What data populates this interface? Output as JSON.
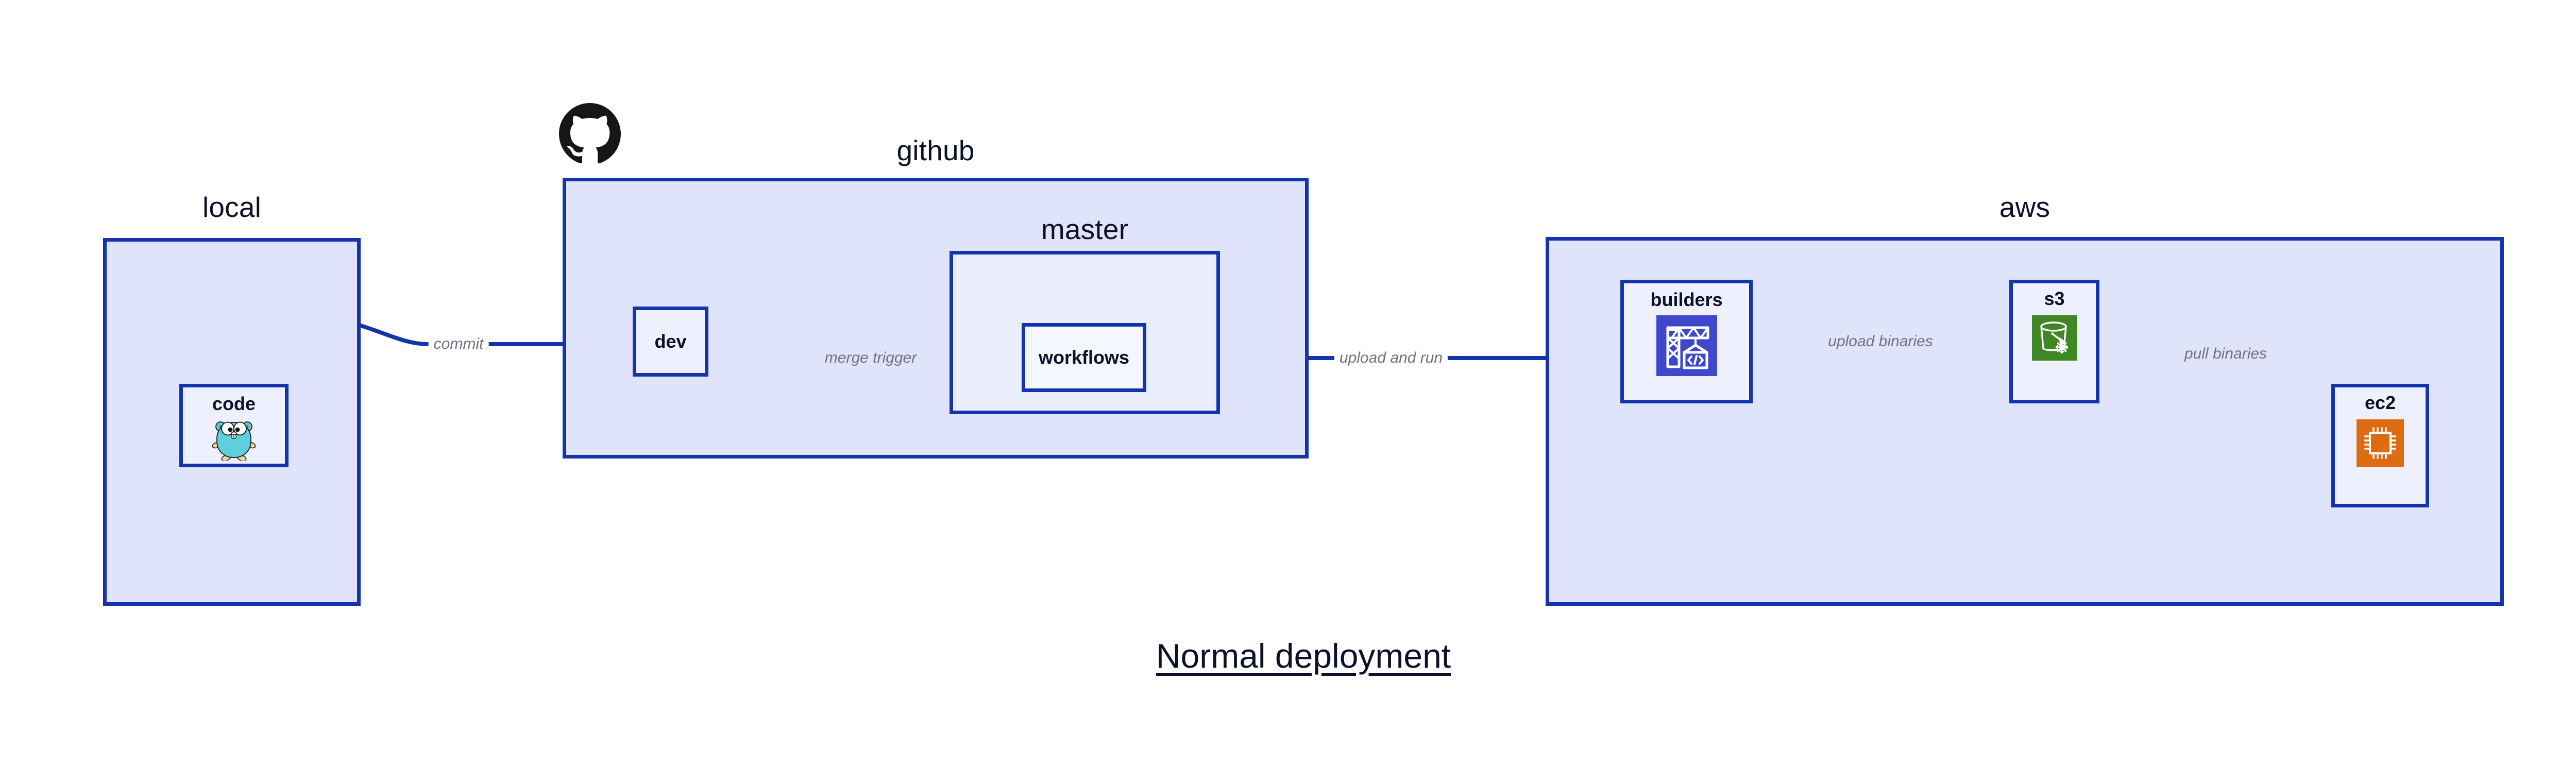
{
  "diagram": {
    "caption": "Normal deployment",
    "colors": {
      "group_fill": "#dfe4fa",
      "subgroup_fill": "#eaeefc",
      "node_fill": "#eef1fd",
      "border": "#1434ae",
      "edge_line": "#1434ae",
      "edge_label_text": "#6f7380",
      "label_text": "#0d1028",
      "codebuild_icon": "#3f48cc",
      "s3_icon": "#3f8624",
      "ec2_icon": "#dd6b10",
      "gopher_body": "#5fd0db",
      "octocat": "#161614"
    },
    "groups": [
      {
        "id": "local",
        "label": "local"
      },
      {
        "id": "github",
        "label": "github"
      },
      {
        "id": "master",
        "label": "master"
      },
      {
        "id": "aws",
        "label": "aws"
      }
    ],
    "nodes": [
      {
        "id": "code",
        "label": "code",
        "icon": "go-gopher-icon",
        "group": "local"
      },
      {
        "id": "dev",
        "label": "dev",
        "icon": null,
        "group": "github"
      },
      {
        "id": "workflows",
        "label": "workflows",
        "icon": null,
        "group": "master"
      },
      {
        "id": "builders",
        "label": "builders",
        "icon": "aws-codebuild-icon",
        "group": "aws"
      },
      {
        "id": "s3",
        "label": "s3",
        "icon": "aws-s3-icon",
        "group": "aws"
      },
      {
        "id": "ec2",
        "label": "ec2",
        "icon": "aws-ec2-icon",
        "group": "aws"
      }
    ],
    "edges": [
      {
        "id": "commit",
        "from": "code",
        "to": "dev",
        "label": "commit"
      },
      {
        "id": "merge-trigger",
        "from": "dev",
        "to": "workflows",
        "label": "merge trigger"
      },
      {
        "id": "upload-and-run",
        "from": "workflows",
        "to": "builders",
        "label": "upload and run"
      },
      {
        "id": "upload-binaries",
        "from": "builders",
        "to": "s3",
        "label": "upload binaries"
      },
      {
        "id": "pull-binaries",
        "from": "s3",
        "to": "ec2",
        "label": "pull binaries"
      }
    ],
    "brand": {
      "id": "github-octocat",
      "name": "github-logo"
    }
  }
}
